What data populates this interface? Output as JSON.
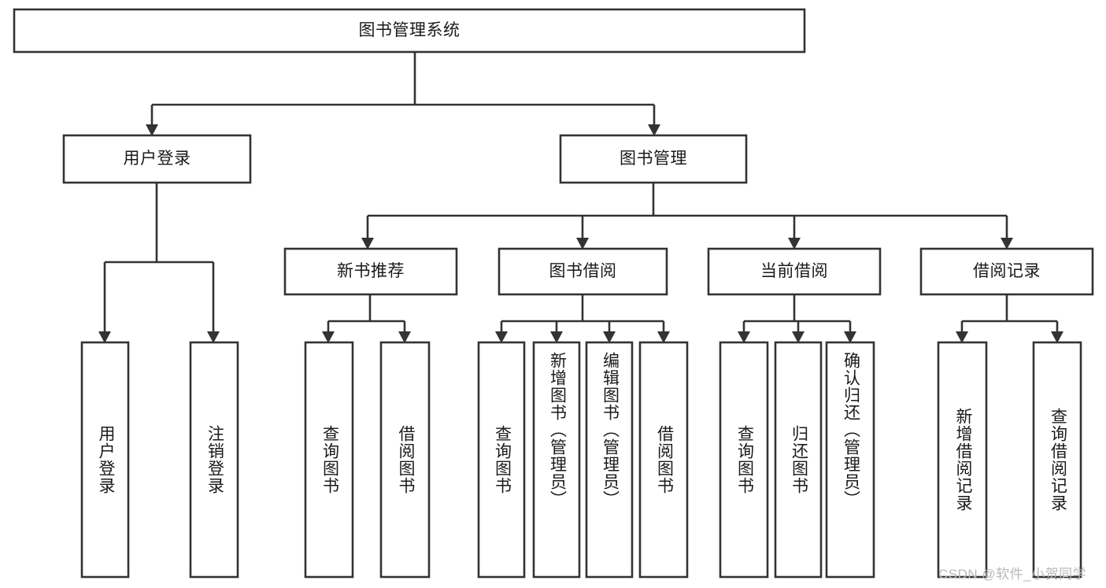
{
  "diagram": {
    "type": "tree-hierarchy-chart",
    "title": "图书管理系统",
    "root": {
      "id": "root",
      "label": "图书管理系统"
    },
    "level2": [
      {
        "id": "user-login",
        "label": "用户登录"
      },
      {
        "id": "book-manage",
        "label": "图书管理"
      }
    ],
    "level3": [
      {
        "id": "new-book-recommend",
        "label": "新书推荐",
        "parent": "book-manage"
      },
      {
        "id": "book-borrow",
        "label": "图书借阅",
        "parent": "book-manage"
      },
      {
        "id": "current-borrow",
        "label": "当前借阅",
        "parent": "book-manage"
      },
      {
        "id": "borrow-record",
        "label": "借阅记录",
        "parent": "book-manage"
      }
    ],
    "leaves": [
      {
        "id": "leaf-user-login",
        "label": "用户登录",
        "parent": "user-login"
      },
      {
        "id": "leaf-logout-login",
        "label": "注销登录",
        "parent": "user-login"
      },
      {
        "id": "leaf-query-book-1",
        "label": "查询图书",
        "parent": "new-book-recommend"
      },
      {
        "id": "leaf-borrow-book-1",
        "label": "借阅图书",
        "parent": "new-book-recommend"
      },
      {
        "id": "leaf-query-book-2",
        "label": "查询图书",
        "parent": "book-borrow"
      },
      {
        "id": "leaf-add-book",
        "label": "新增图书（管理员）",
        "parent": "book-borrow"
      },
      {
        "id": "leaf-edit-book",
        "label": "编辑图书（管理员）",
        "parent": "book-borrow"
      },
      {
        "id": "leaf-borrow-book-2",
        "label": "借阅图书",
        "parent": "book-borrow"
      },
      {
        "id": "leaf-query-book-3",
        "label": "查询图书",
        "parent": "current-borrow"
      },
      {
        "id": "leaf-return-book",
        "label": "归还图书",
        "parent": "current-borrow"
      },
      {
        "id": "leaf-confirm-return",
        "label": "确认归还（管理员）",
        "parent": "current-borrow"
      },
      {
        "id": "leaf-add-record",
        "label": "新增借阅记录",
        "parent": "borrow-record"
      },
      {
        "id": "leaf-query-record",
        "label": "查询借阅记录",
        "parent": "borrow-record"
      }
    ],
    "watermark": "CSDN @软件_小贺同学",
    "colors": {
      "stroke": "#333333",
      "box_fill": "#ffffff",
      "text": "#1a1a1a",
      "watermark": "#b9b9b9",
      "background": "#ffffff"
    }
  }
}
